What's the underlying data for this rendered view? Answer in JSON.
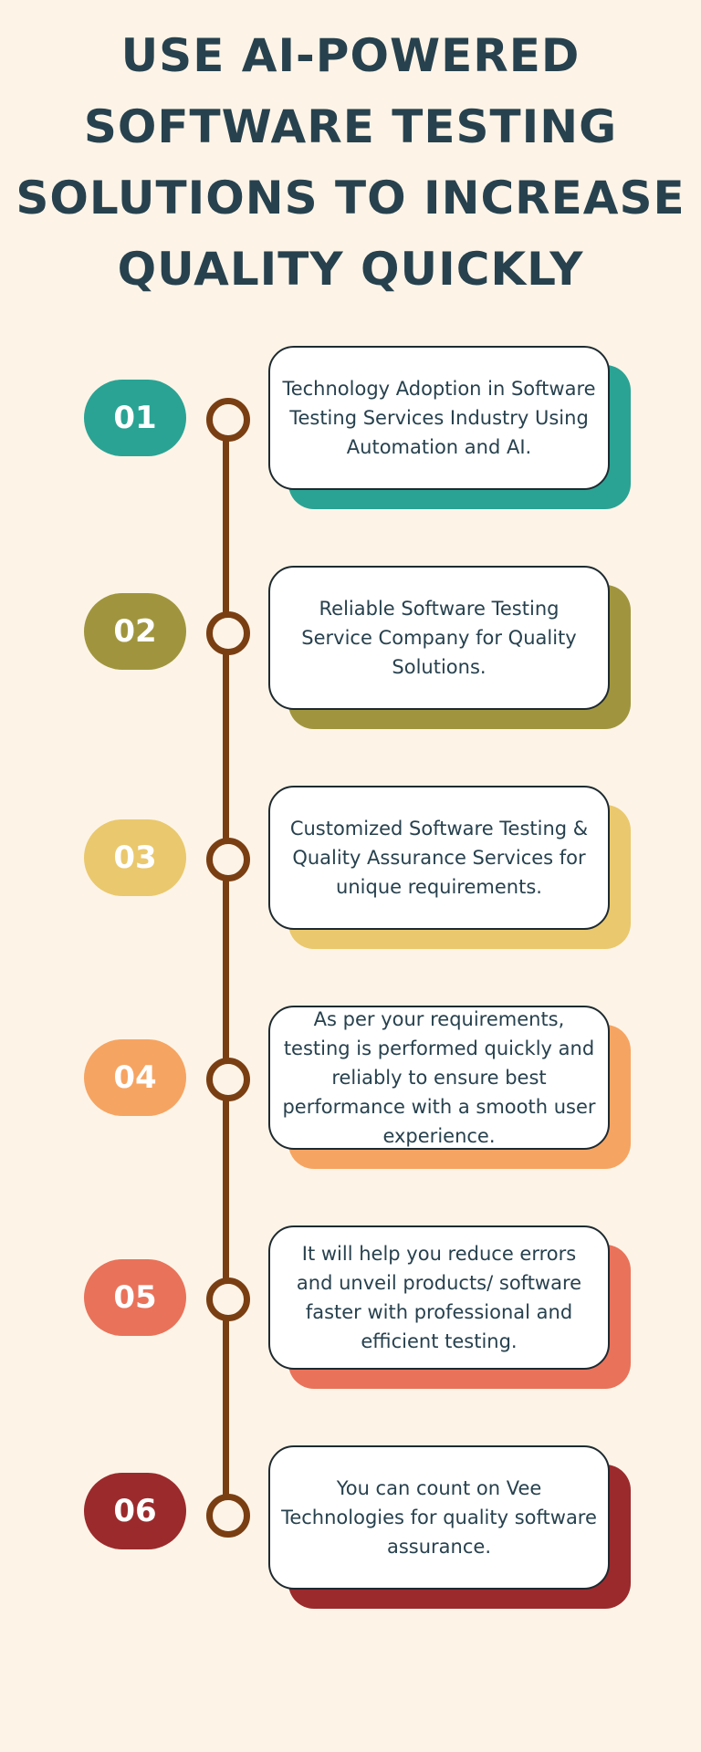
{
  "title": {
    "lines": [
      "USE AI-POWERED",
      "SOFTWARE TESTING",
      "SOLUTIONS TO INCREASE",
      "QUALITY QUICKLY"
    ]
  },
  "colors": {
    "background": "#fdf4e7",
    "title": "#27414e",
    "timeline": "#7a3e13"
  },
  "steps": [
    {
      "number": "01",
      "color": "#2aa394",
      "text": "Technology Adoption in Software Testing Services Industry Using Automation and AI."
    },
    {
      "number": "02",
      "color": "#a0953e",
      "text": "Reliable Software Testing Service Company for Quality Solutions."
    },
    {
      "number": "03",
      "color": "#eac86d",
      "text": "Customized Software Testing & Quality Assurance Services for unique requirements."
    },
    {
      "number": "04",
      "color": "#f6a462",
      "text": "As per your requirements, testing is performed quickly and reliably to ensure best performance with a smooth user experience."
    },
    {
      "number": "05",
      "color": "#e9725a",
      "text": "It will help you reduce errors and unveil products/ software faster with professional and efficient testing."
    },
    {
      "number": "06",
      "color": "#9b2a2c",
      "text": "You can count on Vee Technologies for quality software assurance."
    }
  ]
}
